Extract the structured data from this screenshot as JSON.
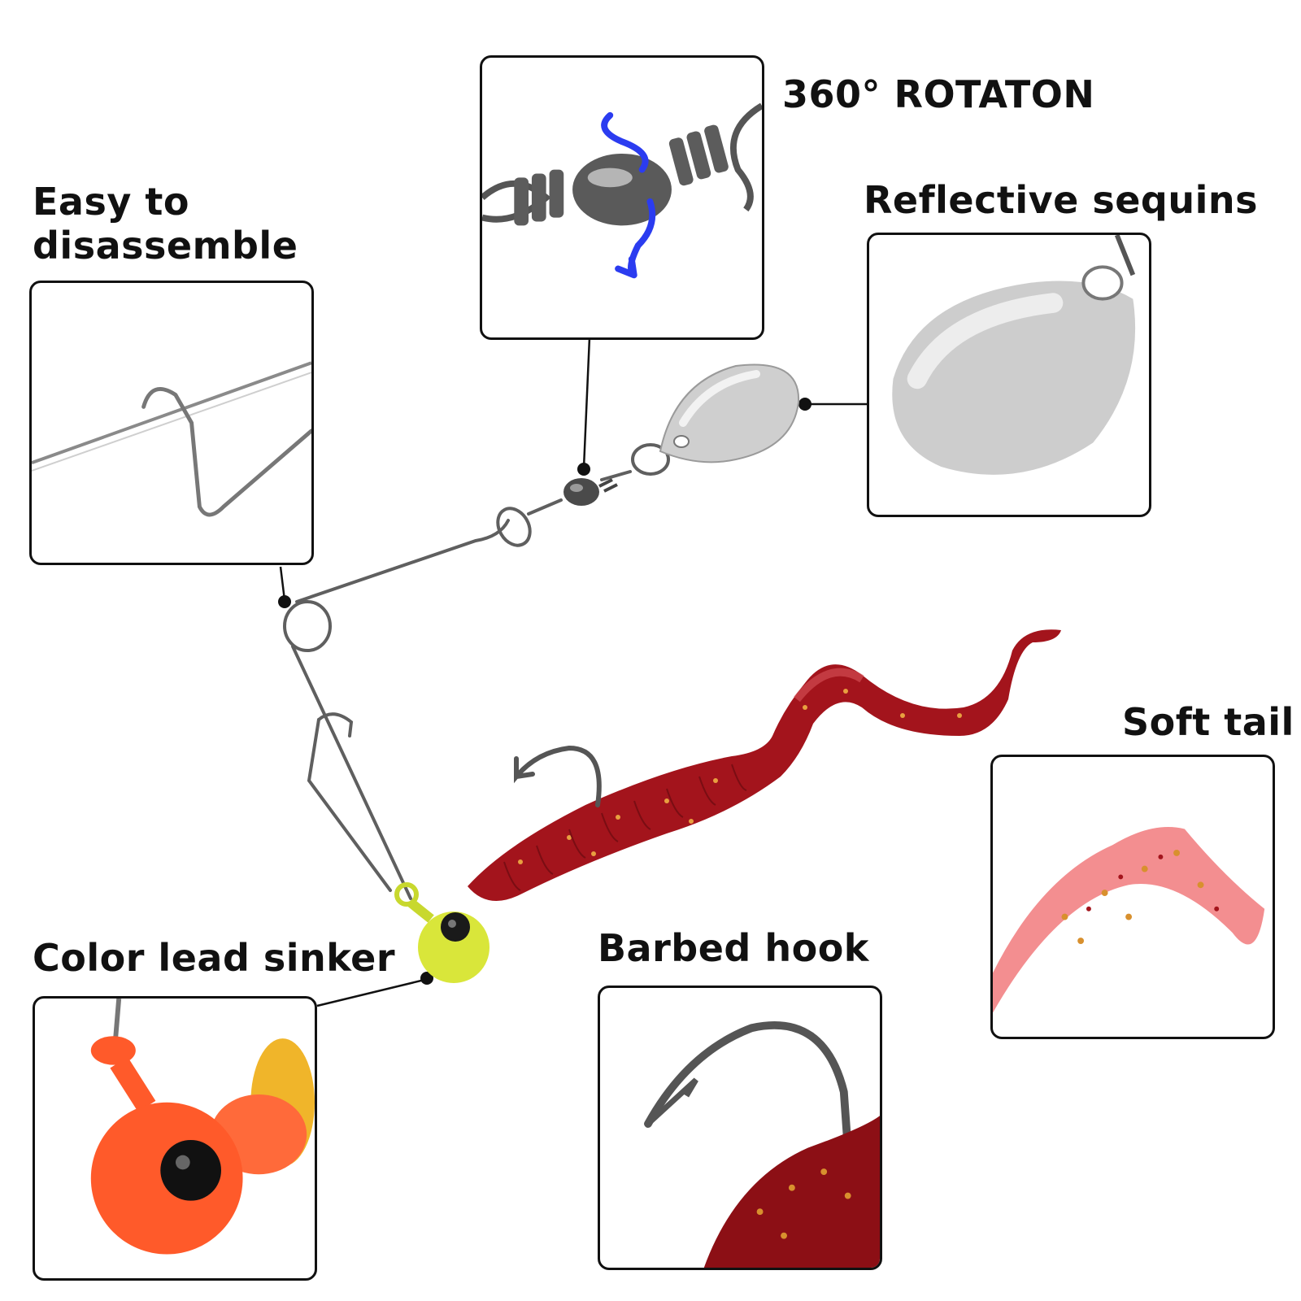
{
  "labels": {
    "rotation": "360° ROTATON",
    "disassemble_line1": "Easy to",
    "disassemble_line2": "disassemble",
    "sequins": "Reflective sequins",
    "soft_tail": "Soft tail",
    "sinker": "Color lead sinker",
    "hook": "Barbed hook"
  },
  "colors": {
    "wire": "#6b6b6b",
    "worm": "#a3141c",
    "jig_head": "#d9e63a",
    "blade": "#c9c9c9",
    "arrow": "#2b3cf0",
    "sinker_detail": "#ff5a2a"
  }
}
